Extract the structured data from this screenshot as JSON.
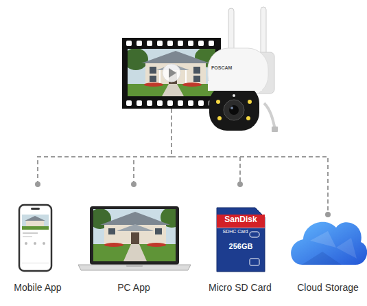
{
  "diagram": {
    "nodes": [
      {
        "text": [
          "FOSCAM"
        ]
      },
      {
        "text": [
          "Mobile App"
        ]
      },
      {
        "text": [
          "PC App"
        ]
      },
      {
        "text": [
          "SanDisk",
          "SDHC Card",
          "256GB",
          "Micro SD Card"
        ]
      },
      {
        "text": [
          "Cloud Storage"
        ]
      }
    ],
    "edges": [
      {
        "from": 0,
        "to": 1,
        "arrow": "none"
      },
      {
        "from": 0,
        "to": 2,
        "arrow": "none"
      },
      {
        "from": 0,
        "to": 3,
        "arrow": "none"
      },
      {
        "from": 0,
        "to": 4,
        "arrow": "none"
      }
    ]
  }
}
